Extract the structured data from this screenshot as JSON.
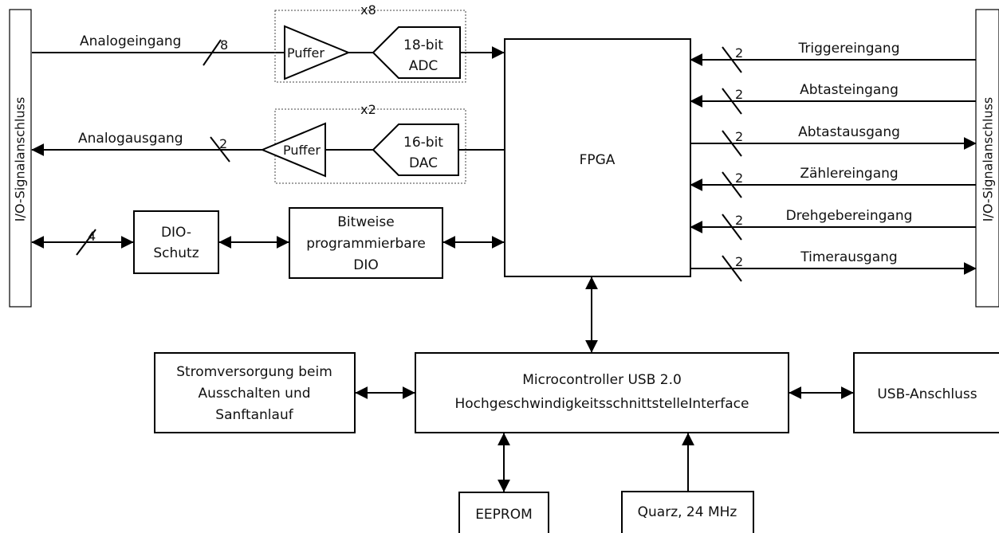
{
  "connectors": {
    "left_label": "I/O-Signalanschluss",
    "right_label": "I/O-Signalanschluss"
  },
  "left_signals": {
    "analog_in": {
      "label": "Analogeingang",
      "width": "8"
    },
    "analog_out": {
      "label": "Analogausgang",
      "width": "2"
    },
    "dio": {
      "width": "4"
    }
  },
  "adc_group": {
    "multiplier": "x8",
    "buffer": "Puffer",
    "converter_line1": "18-bit",
    "converter_line2": "ADC"
  },
  "dac_group": {
    "multiplier": "x2",
    "buffer": "Puffer",
    "converter_line1": "16-bit",
    "converter_line2": "DAC"
  },
  "dio_protect": {
    "line1": "DIO-",
    "line2": "Schutz"
  },
  "dio_prog": {
    "line1": "Bitweise",
    "line2": "programmierbare",
    "line3": "DIO"
  },
  "fpga": {
    "label": "FPGA"
  },
  "right_signals": [
    {
      "label": "Triggereingang",
      "width": "2",
      "direction": "in"
    },
    {
      "label": "Abtasteingang",
      "width": "2",
      "direction": "in"
    },
    {
      "label": "Abtastausgang",
      "width": "2",
      "direction": "out"
    },
    {
      "label": "Zählereingang",
      "width": "2",
      "direction": "in"
    },
    {
      "label": "Drehgebereingang",
      "width": "2",
      "direction": "in"
    },
    {
      "label": "Timerausgang",
      "width": "2",
      "direction": "out"
    }
  ],
  "power": {
    "line1": "Stromversorgung beim",
    "line2": "Ausschalten und",
    "line3": "Sanftanlauf"
  },
  "micro": {
    "line1": "Microcontroller USB 2.0",
    "line2": "HochgeschwindigkeitsschnittstelleInterface"
  },
  "usb": {
    "label": "USB-Anschluss"
  },
  "eeprom": {
    "label": "EEPROM"
  },
  "crystal": {
    "label": "Quarz, 24 MHz"
  }
}
